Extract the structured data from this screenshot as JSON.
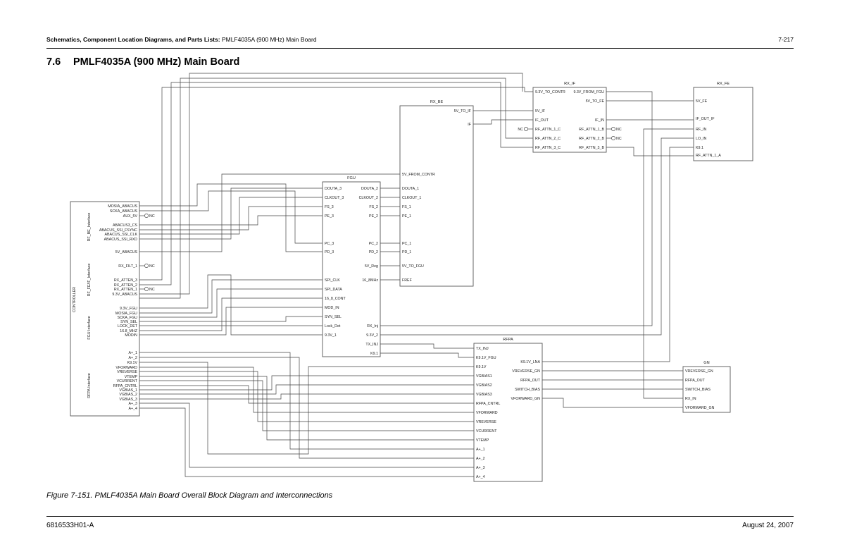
{
  "header": {
    "left_bold": "Schematics, Component Location Diagrams, and Parts Lists:",
    "left_rest": "PMLF4035A (900 MHz) Main Board",
    "page_number": "7-217"
  },
  "section": {
    "number": "7.6",
    "title": "PMLF4035A (900 MHz) Main Board"
  },
  "caption": "Figure 7-151. PMLF4035A Main Board Overall Block Diagram and Interconnections",
  "footer": {
    "doc_number": "6816533H01-A",
    "date": "August 24, 2007"
  },
  "nc_label": "NC",
  "blocks": {
    "controller": {
      "title": "CONTROLLER",
      "groups": [
        "RF_BE_Interface",
        "RF_FE/IF_Interface",
        "FGU Interface",
        "RFPA Interface"
      ],
      "pins": [
        "MOSIA_ABACUS",
        "SCKA_ABACUS",
        "AUX_5V",
        "ABACUS3_CS",
        "ABACUS_SSI_FSYNC",
        "ABACUS_SSI_CLK",
        "ABACUS_SSI_RXD",
        "5V_ABACUS",
        "RX_FILT_1",
        "RX_ATTEN_3",
        "RX_ATTEN_2",
        "RX_ATTEN_1",
        "9.3V_ABACUS",
        "9.3V_FGU",
        "MOSIA_FGU",
        "SCKA_FGU",
        "SYN_SEL",
        "LOCK_DET",
        "16.8_MHZ",
        "MODIN",
        "A+_1",
        "A+_2",
        "K9.1V",
        "VFORWARD",
        "VREVERSE",
        "VTEMP",
        "VCURRENT",
        "RFPA_CNTRL",
        "VGBIAS_1",
        "VGBIAS_2",
        "VGBIAS_3",
        "A+_3",
        "A+_4"
      ]
    },
    "fgu": {
      "title": "FGU",
      "left_pins": [
        "DOUTA_3",
        "CLKOUT_3",
        "FS_3",
        "PE_3",
        "PC_3",
        "PD_3",
        "SPI_CLK",
        "SPI_DATA",
        "16_8_CONT",
        "MOD_IN",
        "SYN_SEL",
        "Lock_Det",
        "9.3V_1"
      ],
      "right_pins": [
        "DOUTA_2",
        "CLKOUT_2",
        "FS_2",
        "PE_2",
        "PC_2",
        "PD_2",
        "5V_Reg",
        "16_8MHz",
        "RX_Inj",
        "9.3V_2",
        "TX_INJ",
        "K9.1"
      ]
    },
    "rx_be": {
      "title": "RX_BE",
      "left_pins": [
        "5V_FROM_CONTR",
        "DOUTA_1",
        "CLKOUT_1",
        "FS_1",
        "PE_1",
        "PC_1",
        "PD_1",
        "5V_TO_FGU",
        "FREF"
      ],
      "right_pins": [
        "5V_TO_IF",
        "IF"
      ]
    },
    "rx_if": {
      "title": "RX_IF",
      "left_pins": [
        "9.3V_TO_CONTR",
        "5V_IF",
        "IF_OUT",
        "RF_ATTN_1_C",
        "RF_ATTN_2_C",
        "RF_ATTN_3_C"
      ],
      "right_pins": [
        "9.3V_FROM_FGU",
        "5V_TO_FE",
        "IF_IN",
        "RF_ATTN_1_B",
        "RF_ATTN_2_B",
        "RF_ATTN_3_B"
      ]
    },
    "rx_fe": {
      "title": "RX_FE",
      "left_pins": [
        "5V_FE",
        "IF_OUT_IF",
        "RF_IN",
        "LO_IN",
        "K9.1",
        "RF_ATTN_1_A"
      ]
    },
    "rfpa": {
      "title": "RFPA",
      "left_pins": [
        "TX_INJ",
        "K9.1V_FGU",
        "K9.1V",
        "VGBIAS1",
        "VGBIAS2",
        "VGBIAS3",
        "RFPA_CNTRL",
        "VFORWARD",
        "VREVERSE",
        "VCURRENT",
        "VTEMP",
        "A+_1",
        "A+_2",
        "A+_3",
        "A+_4"
      ],
      "right_pins": [
        "K9.1V_LNA",
        "VREVERSE_GN",
        "RFPA_OUT",
        "SWITCH_BIAS",
        "VFORWARD_GN"
      ]
    },
    "gn": {
      "title": "GN",
      "left_pins": [
        "VREVERSE_GN",
        "RFPA_OUT",
        "SWITCH_BIAS",
        "RX_IN",
        "VFORWARD_GN"
      ]
    }
  }
}
